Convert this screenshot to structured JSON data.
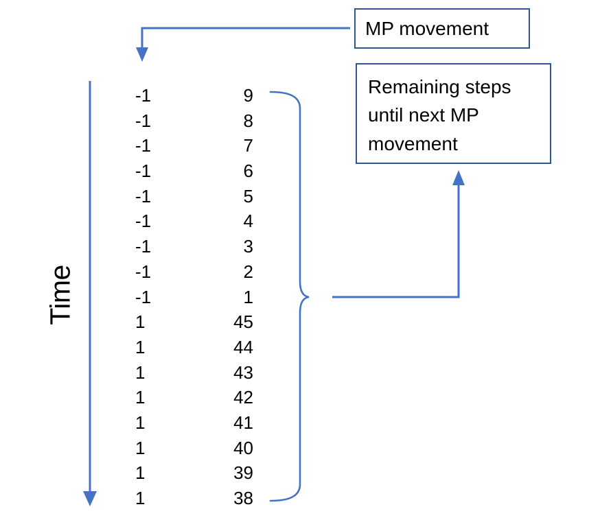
{
  "diagram": {
    "title_axis_label": "Time",
    "columns": [
      "direction",
      "remaining_steps"
    ],
    "rows": [
      {
        "direction": "-1",
        "steps": "9"
      },
      {
        "direction": "-1",
        "steps": "8"
      },
      {
        "direction": "-1",
        "steps": "7"
      },
      {
        "direction": "-1",
        "steps": "6"
      },
      {
        "direction": "-1",
        "steps": "5"
      },
      {
        "direction": "-1",
        "steps": "4"
      },
      {
        "direction": "-1",
        "steps": "3"
      },
      {
        "direction": "-1",
        "steps": "2"
      },
      {
        "direction": "-1",
        "steps": "1"
      },
      {
        "direction": "1",
        "steps": "45"
      },
      {
        "direction": "1",
        "steps": "44"
      },
      {
        "direction": "1",
        "steps": "43"
      },
      {
        "direction": "1",
        "steps": "42"
      },
      {
        "direction": "1",
        "steps": "41"
      },
      {
        "direction": "1",
        "steps": "40"
      },
      {
        "direction": "1",
        "steps": "39"
      },
      {
        "direction": "1",
        "steps": "38"
      }
    ],
    "callouts": {
      "mp_movement": "MP movement",
      "remaining_steps": "Remaining steps until next MP movement"
    },
    "colors": {
      "arrow_blue": "#4472C4",
      "box_border_blue": "#2F5496",
      "text_black": "#000000",
      "background": "#FFFFFF"
    },
    "annotations": {
      "mp_movement_points_to": "direction column",
      "remaining_steps_points_to": "steps column brace",
      "time_arrow_direction": "down"
    }
  }
}
